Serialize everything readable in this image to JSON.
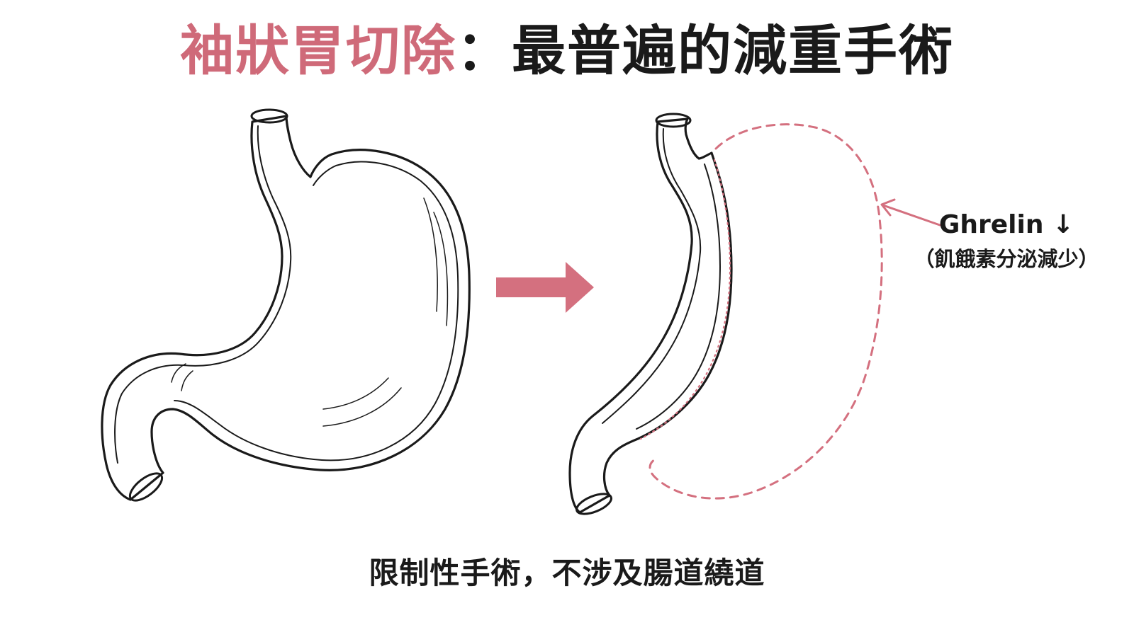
{
  "title": {
    "highlight": "袖狀胃切除",
    "separator": "：",
    "rest": "最普遍的減重手術"
  },
  "annotation": {
    "hormone": "Ghrelin ↓",
    "note": "（飢餓素分泌減少）"
  },
  "caption": "限制性手術，不涉及腸道繞道",
  "colors": {
    "accent": "#cf6a79",
    "ink": "#1a1a1a",
    "background": "#ffffff"
  }
}
